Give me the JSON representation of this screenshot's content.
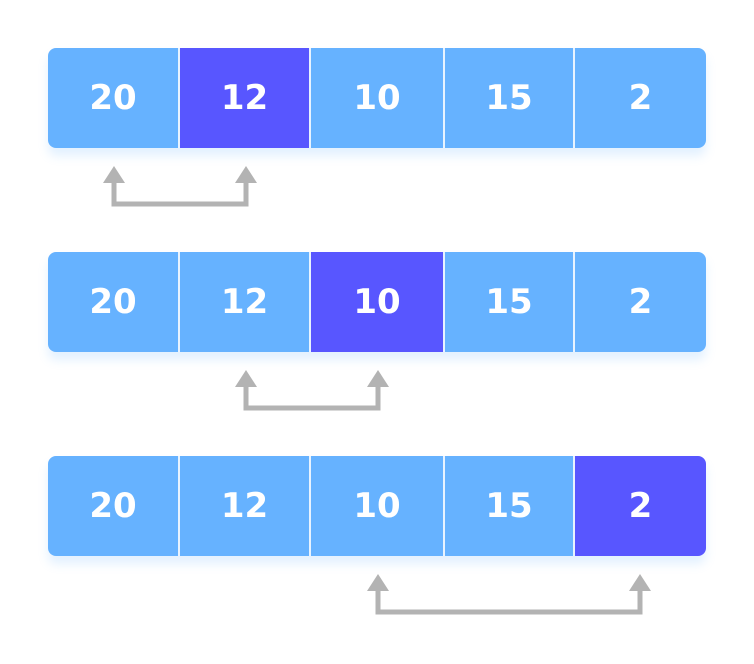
{
  "diagram": {
    "steps": [
      {
        "cells": [
          "20",
          "12",
          "10",
          "15",
          "2"
        ],
        "active_index": 1,
        "swap_from": 0,
        "swap_to": 1
      },
      {
        "cells": [
          "20",
          "12",
          "10",
          "15",
          "2"
        ],
        "active_index": 2,
        "swap_from": 1,
        "swap_to": 2
      },
      {
        "cells": [
          "20",
          "12",
          "10",
          "15",
          "2"
        ],
        "active_index": 4,
        "swap_from": 2,
        "swap_to": 4
      }
    ],
    "colors": {
      "cell": "#66b2ff",
      "active": "#5856ff",
      "text": "#ffffff",
      "arrow": "#b3b3b3",
      "divider": "#e8f3ff"
    }
  }
}
